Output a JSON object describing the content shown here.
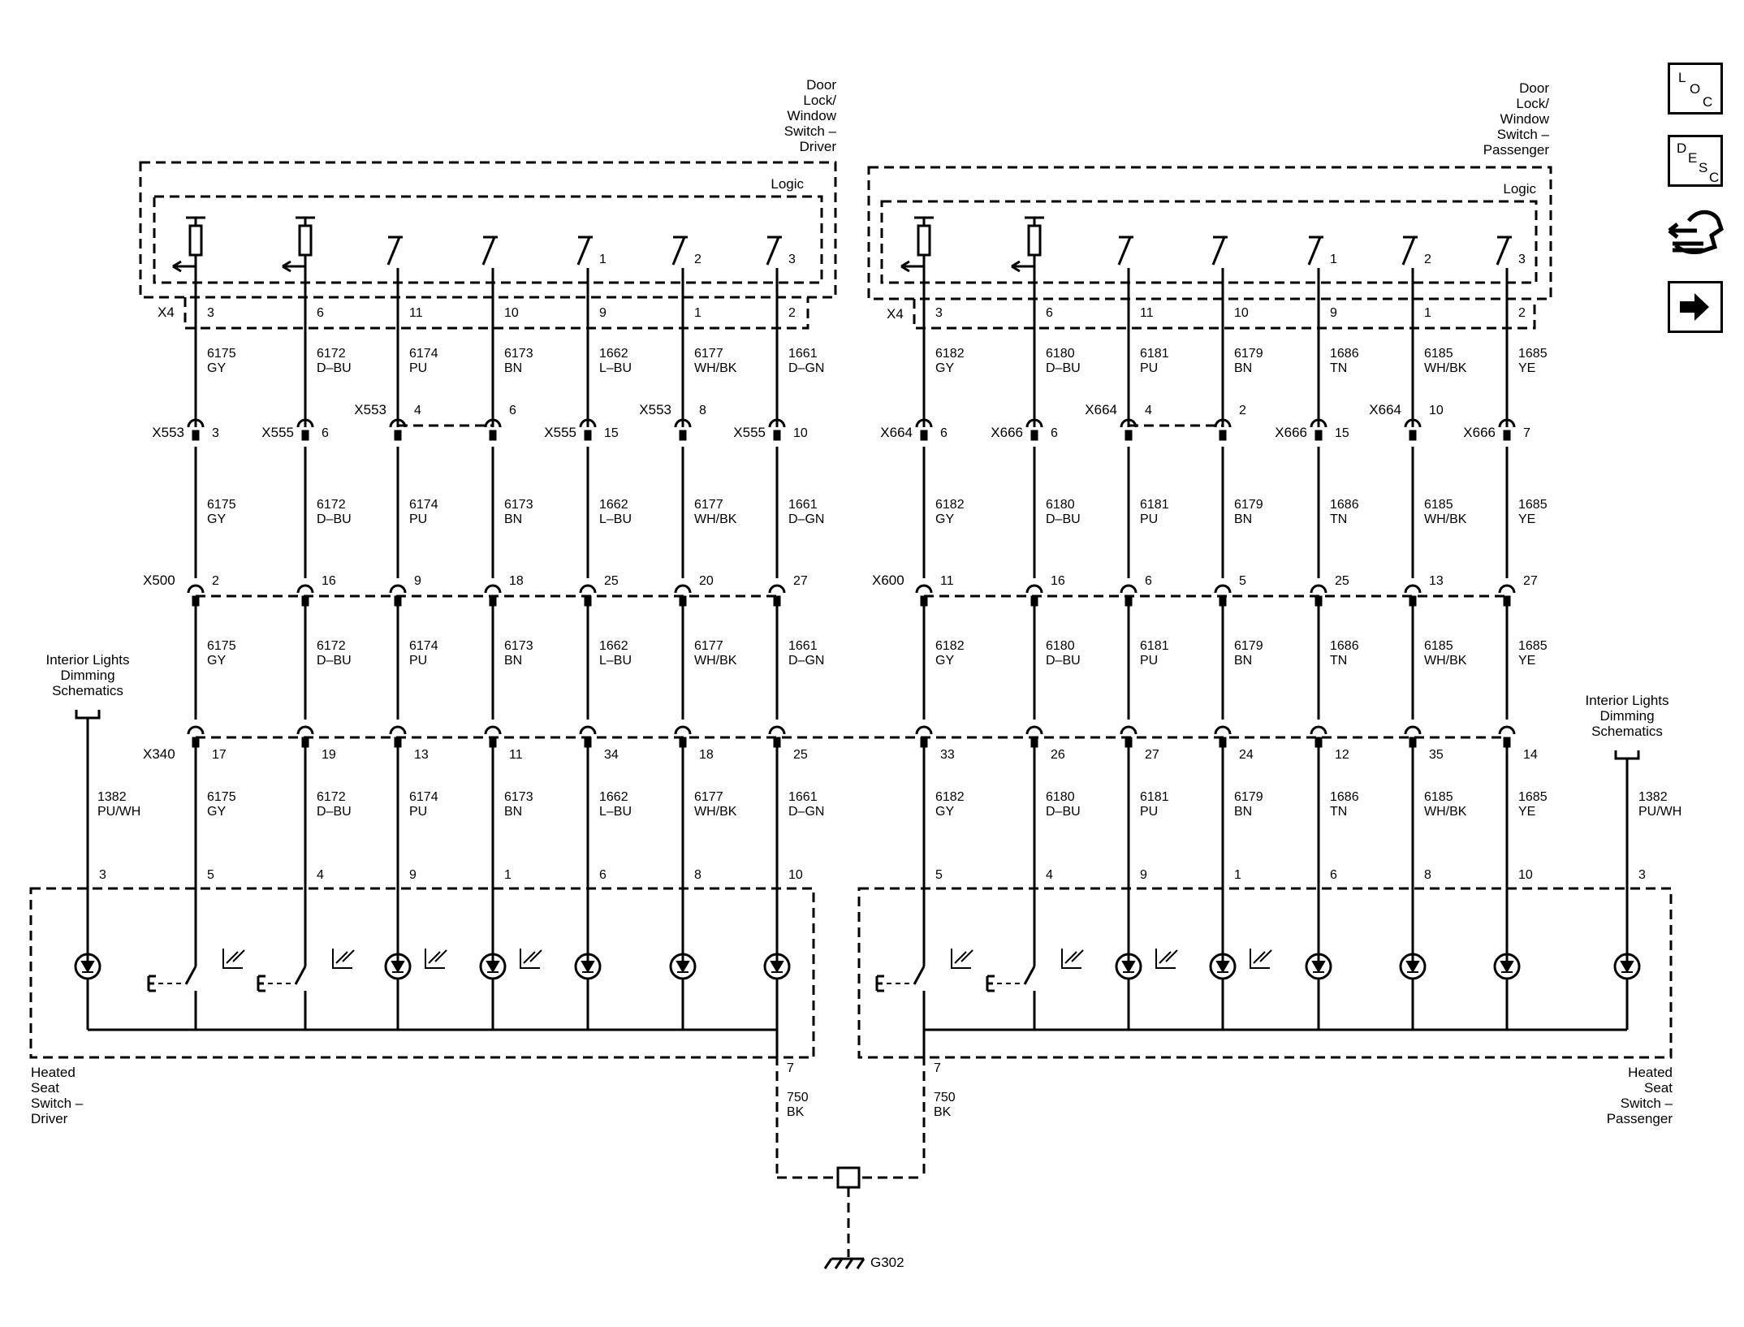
{
  "modules": {
    "driver_switch_label": [
      "Door",
      "Lock/",
      "Window",
      "Switch –",
      "Driver"
    ],
    "passenger_switch_label": [
      "Door",
      "Lock/",
      "Window",
      "Switch –",
      "Passenger"
    ],
    "logic_label": "Logic",
    "driver_seat_label": [
      "Heated",
      "Seat",
      "Switch –",
      "Driver"
    ],
    "passenger_seat_label": [
      "Heated",
      "Seat",
      "Switch –",
      "Passenger"
    ],
    "interior_lights_label": [
      "Interior Lights",
      "Dimming",
      "Schematics"
    ]
  },
  "driver": {
    "x4": "X4",
    "x500": "X500",
    "x340": "X340",
    "pins_x4": [
      "3",
      "6",
      "11",
      "10",
      "9",
      "1",
      "2"
    ],
    "switch_numbers": [
      "",
      "",
      "",
      "",
      "1",
      "2",
      "3"
    ],
    "circuits": [
      "6175",
      "6172",
      "6174",
      "6173",
      "1662",
      "6177",
      "1661"
    ],
    "colors": [
      "GY",
      "D–BU",
      "PU",
      "BN",
      "L–BU",
      "WH/BK",
      "D–GN"
    ],
    "connectors_mid": [
      "X553",
      "X555",
      "X553",
      "",
      "X555",
      "X553",
      "X555"
    ],
    "pins_mid": [
      "3",
      "6",
      "4",
      "6",
      "15",
      "8",
      "10"
    ],
    "pins_x500": [
      "2",
      "16",
      "9",
      "18",
      "25",
      "20",
      "27"
    ],
    "pins_x340": [
      "17",
      "19",
      "13",
      "11",
      "34",
      "18",
      "25"
    ],
    "seat_pins": [
      "5",
      "4",
      "9",
      "1",
      "6",
      "8",
      "10"
    ],
    "light_circuit": "1382",
    "light_color": "PU/WH",
    "light_pin": "3",
    "ground_pin": "7",
    "ground_circuit": "750",
    "ground_color": "BK"
  },
  "passenger": {
    "x4": "X4",
    "x600": "X600",
    "pins_x4": [
      "3",
      "6",
      "11",
      "10",
      "9",
      "1",
      "2"
    ],
    "switch_numbers": [
      "",
      "",
      "",
      "",
      "1",
      "2",
      "3"
    ],
    "circuits": [
      "6182",
      "6180",
      "6181",
      "6179",
      "1686",
      "6185",
      "1685"
    ],
    "colors": [
      "GY",
      "D–BU",
      "PU",
      "BN",
      "TN",
      "WH/BK",
      "YE"
    ],
    "connectors_mid": [
      "X664",
      "X666",
      "X664",
      "",
      "X666",
      "X664",
      "X666"
    ],
    "pins_mid": [
      "6",
      "6",
      "4",
      "2",
      "15",
      "10",
      "7"
    ],
    "pins_x600": [
      "11",
      "16",
      "6",
      "5",
      "25",
      "13",
      "27"
    ],
    "pins_x340": [
      "33",
      "26",
      "27",
      "24",
      "12",
      "35",
      "14"
    ],
    "seat_pins": [
      "5",
      "4",
      "9",
      "1",
      "6",
      "8",
      "10"
    ],
    "light_circuit": "1382",
    "light_color": "PU/WH",
    "light_pin": "3",
    "ground_pin": "7",
    "ground_circuit": "750",
    "ground_color": "BK"
  },
  "ground": {
    "label": "G302"
  },
  "nav": {
    "loc_icon": "loc-icon",
    "desc_icon": "desc-icon",
    "connector_icon": "connector-end-view-icon",
    "next_icon": "next-arrow-icon"
  }
}
